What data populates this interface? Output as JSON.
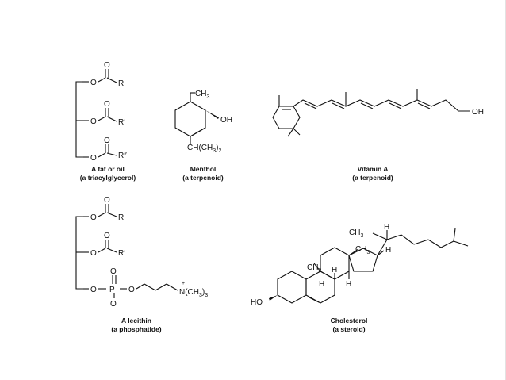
{
  "molecules": {
    "fat": {
      "name": "A fat or oil",
      "classification": "(a triacylglycerol)",
      "atoms": {
        "o": "O",
        "r1": "R",
        "r2": "R′",
        "r3": "R″"
      }
    },
    "menthol": {
      "name": "Menthol",
      "classification": "(a terpenoid)",
      "atoms": {
        "ch3": "CH",
        "ch3_sub": "3",
        "oh": "OH",
        "isopropyl": "CH(CH",
        "isopropyl_sub": "3",
        "isopropyl_end": ")",
        "isopropyl_end_sub": "2"
      }
    },
    "vitamin_a": {
      "name": "Vitamin A",
      "classification": "(a terpenoid)",
      "atoms": {
        "oh": "OH"
      }
    },
    "lecithin": {
      "name": "A lecithin",
      "classification": "(a phosphatide)",
      "atoms": {
        "o": "O",
        "r1": "R",
        "r2": "R′",
        "p": "P",
        "o_minus": "O",
        "minus": "−",
        "plus": "+",
        "n": "N(CH",
        "n_sub": "3",
        "n_end": ")",
        "n_end_sub": "3"
      }
    },
    "cholesterol": {
      "name": "Cholesterol",
      "classification": "(a steroid)",
      "atoms": {
        "ho": "HO",
        "ch3": "CH",
        "ch3_sub": "3",
        "h": "H"
      }
    }
  }
}
